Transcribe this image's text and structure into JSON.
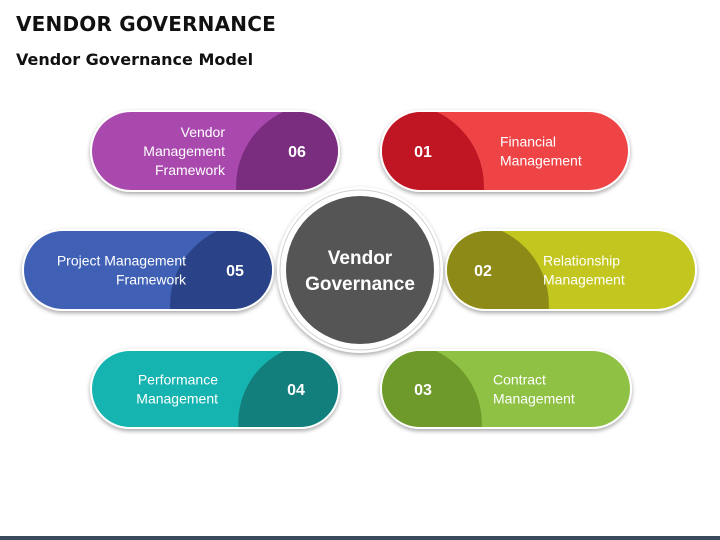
{
  "header": {
    "title": "VENDOR GOVERNANCE",
    "subtitle": "Vendor Governance Model"
  },
  "center": {
    "line1": "Vendor",
    "line2": "Governance",
    "fill": "#555555"
  },
  "items": [
    {
      "number": "01",
      "label_lines": [
        "Financial",
        "Management"
      ],
      "light": "#ef4446",
      "dark": "#c01522"
    },
    {
      "number": "02",
      "label_lines": [
        "Relationship",
        "Management"
      ],
      "light": "#c3c61f",
      "dark": "#8e8a17"
    },
    {
      "number": "03",
      "label_lines": [
        "Contract",
        "Management"
      ],
      "light": "#8ec144",
      "dark": "#6d9a2a"
    },
    {
      "number": "04",
      "label_lines": [
        "Performance",
        "Management"
      ],
      "light": "#15b4b0",
      "dark": "#137f7c"
    },
    {
      "number": "05",
      "label_lines": [
        "Project Management",
        "Framework"
      ],
      "light": "#3f60b5",
      "dark": "#2a4287"
    },
    {
      "number": "06",
      "label_lines": [
        "Vendor",
        "Management",
        "Framework"
      ],
      "light": "#a949ae",
      "dark": "#7a2c7e"
    }
  ],
  "footer": {
    "color": "#3c4b5c"
  }
}
